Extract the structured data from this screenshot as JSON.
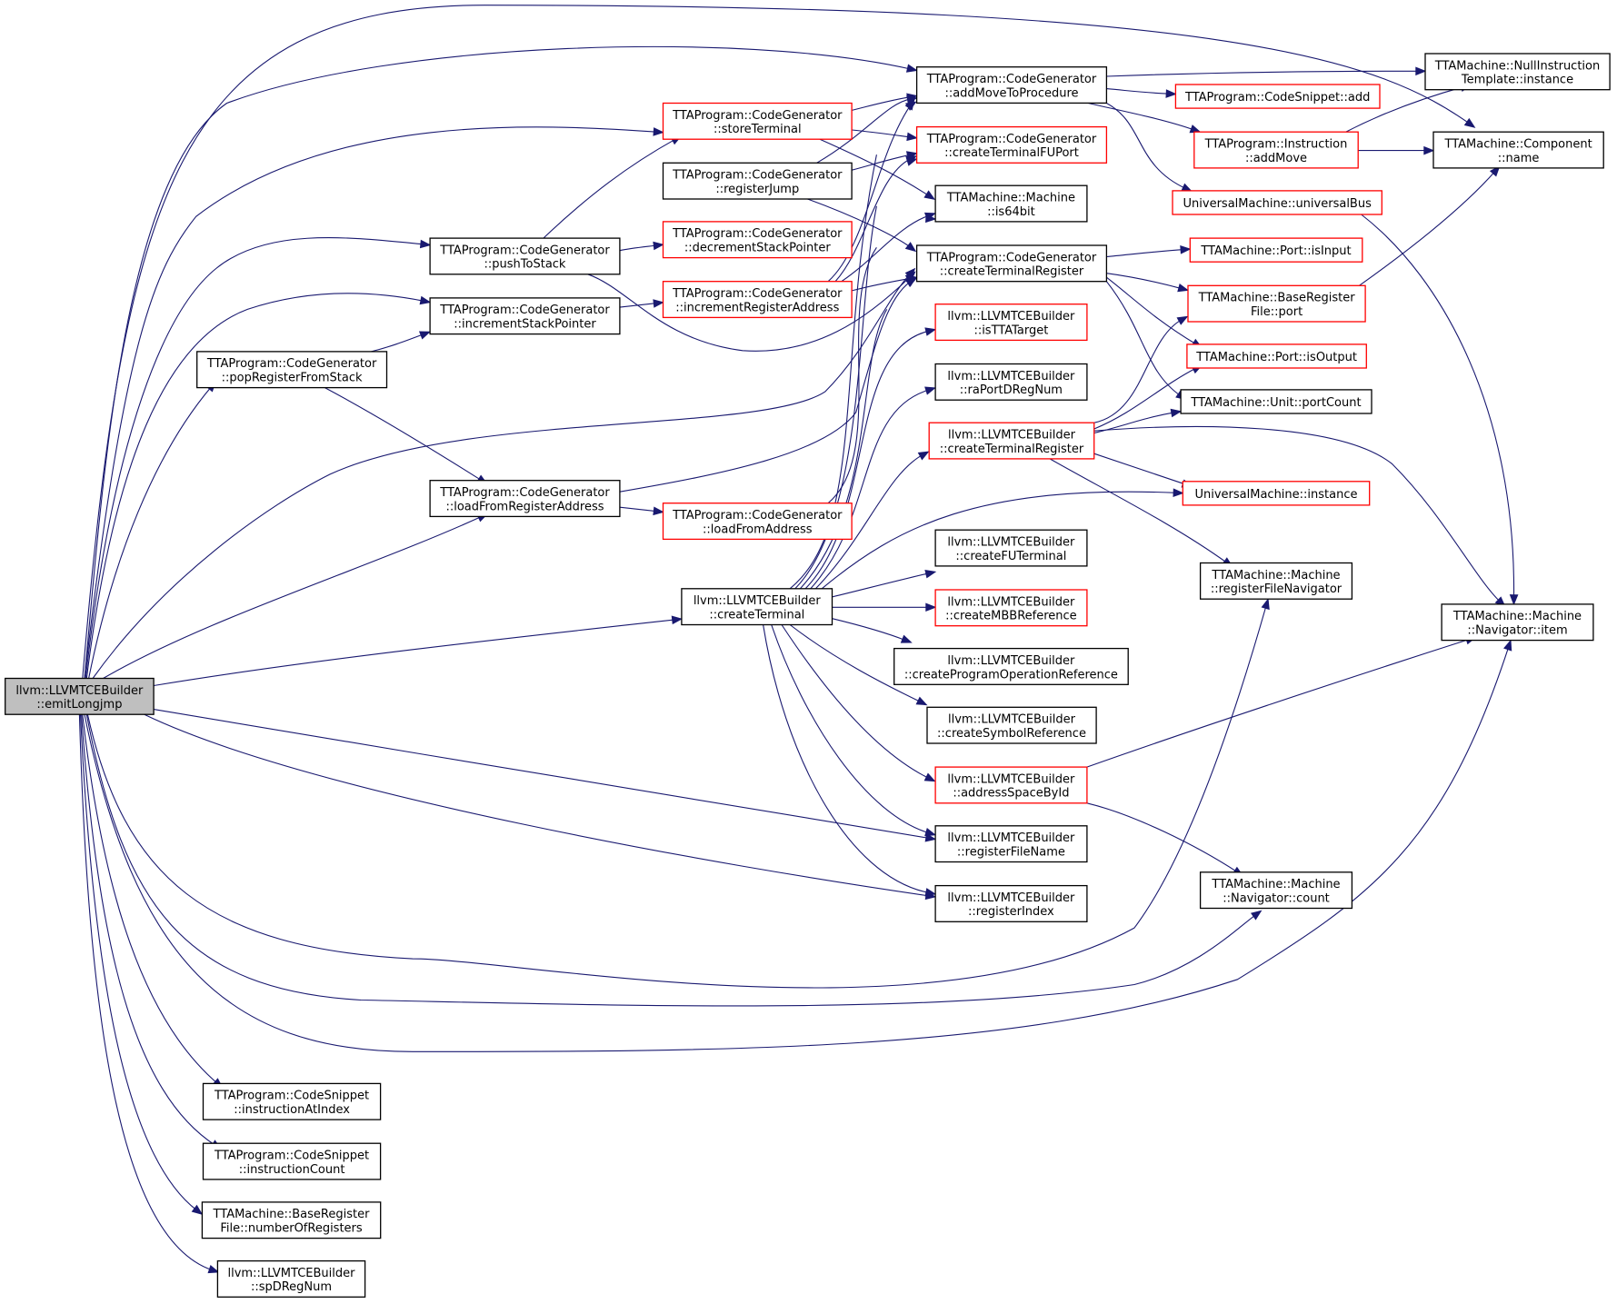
{
  "colors": {
    "edge": "#191970",
    "border_normal": "#000000",
    "border_truncated": "#ff0000",
    "root_fill": "#bfbfbf",
    "node_fill": "#ffffff"
  },
  "nodes": [
    {
      "id": "emitLongjmp",
      "lines": [
        "llvm::LLVMTCEBuilder",
        "::emitLongjmp"
      ],
      "kind": "root"
    },
    {
      "id": "addMoveToProcedure",
      "lines": [
        "TTAProgram::CodeGenerator",
        "::addMoveToProcedure"
      ],
      "kind": "normal"
    },
    {
      "id": "nullInstrTemplate",
      "lines": [
        "TTAMachine::NullInstruction",
        "Template::instance"
      ],
      "kind": "normal"
    },
    {
      "id": "codeSnippetAdd",
      "lines": [
        "TTAProgram::CodeSnippet::add"
      ],
      "kind": "truncated"
    },
    {
      "id": "componentName",
      "lines": [
        "TTAMachine::Component",
        "::name"
      ],
      "kind": "normal"
    },
    {
      "id": "instructionAddMove",
      "lines": [
        "TTAProgram::Instruction",
        "::addMove"
      ],
      "kind": "truncated"
    },
    {
      "id": "storeTerminal",
      "lines": [
        "TTAProgram::CodeGenerator",
        "::storeTerminal"
      ],
      "kind": "truncated"
    },
    {
      "id": "createTerminalFUPort",
      "lines": [
        "TTAProgram::CodeGenerator",
        "::createTerminalFUPort"
      ],
      "kind": "truncated"
    },
    {
      "id": "registerJump",
      "lines": [
        "TTAProgram::CodeGenerator",
        "::registerJump"
      ],
      "kind": "normal"
    },
    {
      "id": "universalBus",
      "lines": [
        "UniversalMachine::universalBus"
      ],
      "kind": "truncated"
    },
    {
      "id": "is64bit",
      "lines": [
        "TTAMachine::Machine",
        "::is64bit"
      ],
      "kind": "normal"
    },
    {
      "id": "pushToStack",
      "lines": [
        "TTAProgram::CodeGenerator",
        "::pushToStack"
      ],
      "kind": "normal"
    },
    {
      "id": "decrementStackPointer",
      "lines": [
        "TTAProgram::CodeGenerator",
        "::decrementStackPointer"
      ],
      "kind": "truncated"
    },
    {
      "id": "cgCreateTerminalRegister",
      "lines": [
        "TTAProgram::CodeGenerator",
        "::createTerminalRegister"
      ],
      "kind": "normal"
    },
    {
      "id": "portIsInput",
      "lines": [
        "TTAMachine::Port::isInput"
      ],
      "kind": "truncated"
    },
    {
      "id": "incrementRegisterAddress",
      "lines": [
        "TTAProgram::CodeGenerator",
        "::incrementRegisterAddress"
      ],
      "kind": "truncated"
    },
    {
      "id": "incrementStackPointer",
      "lines": [
        "TTAProgram::CodeGenerator",
        "::incrementStackPointer"
      ],
      "kind": "normal"
    },
    {
      "id": "baseRegFilePort",
      "lines": [
        "TTAMachine::BaseRegister",
        "File::port"
      ],
      "kind": "truncated"
    },
    {
      "id": "isTTATarget",
      "lines": [
        "llvm::LLVMTCEBuilder",
        "::isTTATarget"
      ],
      "kind": "truncated"
    },
    {
      "id": "popRegisterFromStack",
      "lines": [
        "TTAProgram::CodeGenerator",
        "::popRegisterFromStack"
      ],
      "kind": "normal"
    },
    {
      "id": "portIsOutput",
      "lines": [
        "TTAMachine::Port::isOutput"
      ],
      "kind": "truncated"
    },
    {
      "id": "raPortDRegNum",
      "lines": [
        "llvm::LLVMTCEBuilder",
        "::raPortDRegNum"
      ],
      "kind": "normal"
    },
    {
      "id": "unitPortCount",
      "lines": [
        "TTAMachine::Unit::portCount"
      ],
      "kind": "normal"
    },
    {
      "id": "bCreateTerminalRegister",
      "lines": [
        "llvm::LLVMTCEBuilder",
        "::createTerminalRegister"
      ],
      "kind": "truncated"
    },
    {
      "id": "loadFromRegisterAddress",
      "lines": [
        "TTAProgram::CodeGenerator",
        "::loadFromRegisterAddress"
      ],
      "kind": "normal"
    },
    {
      "id": "universalInstance",
      "lines": [
        "UniversalMachine::instance"
      ],
      "kind": "truncated"
    },
    {
      "id": "loadFromAddress",
      "lines": [
        "TTAProgram::CodeGenerator",
        "::loadFromAddress"
      ],
      "kind": "truncated"
    },
    {
      "id": "createFUTerminal",
      "lines": [
        "llvm::LLVMTCEBuilder",
        "::createFUTerminal"
      ],
      "kind": "normal"
    },
    {
      "id": "registerFileNavigator",
      "lines": [
        "TTAMachine::Machine",
        "::registerFileNavigator"
      ],
      "kind": "normal"
    },
    {
      "id": "createTerminal",
      "lines": [
        "llvm::LLVMTCEBuilder",
        "::createTerminal"
      ],
      "kind": "normal"
    },
    {
      "id": "createMBBReference",
      "lines": [
        "llvm::LLVMTCEBuilder",
        "::createMBBReference"
      ],
      "kind": "truncated"
    },
    {
      "id": "navigatorItem",
      "lines": [
        "TTAMachine::Machine",
        "::Navigator::item"
      ],
      "kind": "normal"
    },
    {
      "id": "createProgramOperationReference",
      "lines": [
        "llvm::LLVMTCEBuilder",
        "::createProgramOperationReference"
      ],
      "kind": "normal"
    },
    {
      "id": "createSymbolReference",
      "lines": [
        "llvm::LLVMTCEBuilder",
        "::createSymbolReference"
      ],
      "kind": "normal"
    },
    {
      "id": "addressSpaceById",
      "lines": [
        "llvm::LLVMTCEBuilder",
        "::addressSpaceById"
      ],
      "kind": "truncated"
    },
    {
      "id": "registerFileName",
      "lines": [
        "llvm::LLVMTCEBuilder",
        "::registerFileName"
      ],
      "kind": "normal"
    },
    {
      "id": "navigatorCount",
      "lines": [
        "TTAMachine::Machine",
        "::Navigator::count"
      ],
      "kind": "normal"
    },
    {
      "id": "registerIndex",
      "lines": [
        "llvm::LLVMTCEBuilder",
        "::registerIndex"
      ],
      "kind": "normal"
    },
    {
      "id": "instructionAtIndex",
      "lines": [
        "TTAProgram::CodeSnippet",
        "::instructionAtIndex"
      ],
      "kind": "normal"
    },
    {
      "id": "instructionCount",
      "lines": [
        "TTAProgram::CodeSnippet",
        "::instructionCount"
      ],
      "kind": "normal"
    },
    {
      "id": "numberOfRegisters",
      "lines": [
        "TTAMachine::BaseRegister",
        "File::numberOfRegisters"
      ],
      "kind": "normal"
    },
    {
      "id": "spDRegNum",
      "lines": [
        "llvm::LLVMTCEBuilder",
        "::spDRegNum"
      ],
      "kind": "normal"
    }
  ],
  "edges": [
    [
      "emitLongjmp",
      "addMoveToProcedure"
    ],
    [
      "emitLongjmp",
      "componentName"
    ],
    [
      "emitLongjmp",
      "registerJump"
    ],
    [
      "emitLongjmp",
      "pushToStack"
    ],
    [
      "emitLongjmp",
      "incrementStackPointer"
    ],
    [
      "emitLongjmp",
      "popRegisterFromStack"
    ],
    [
      "emitLongjmp",
      "cgCreateTerminalRegister"
    ],
    [
      "emitLongjmp",
      "loadFromRegisterAddress"
    ],
    [
      "emitLongjmp",
      "createTerminal"
    ],
    [
      "emitLongjmp",
      "registerFileName"
    ],
    [
      "emitLongjmp",
      "registerIndex"
    ],
    [
      "emitLongjmp",
      "registerFileNavigator"
    ],
    [
      "emitLongjmp",
      "navigatorCount"
    ],
    [
      "emitLongjmp",
      "navigatorItem"
    ],
    [
      "emitLongjmp",
      "instructionAtIndex"
    ],
    [
      "emitLongjmp",
      "instructionCount"
    ],
    [
      "emitLongjmp",
      "numberOfRegisters"
    ],
    [
      "emitLongjmp",
      "spDRegNum"
    ],
    [
      "addMoveToProcedure",
      "nullInstrTemplate"
    ],
    [
      "addMoveToProcedure",
      "codeSnippetAdd"
    ],
    [
      "addMoveToProcedure",
      "instructionAddMove"
    ],
    [
      "addMoveToProcedure",
      "universalBus"
    ],
    [
      "instructionAddMove",
      "nullInstrTemplate"
    ],
    [
      "instructionAddMove",
      "componentName"
    ],
    [
      "universalBus",
      "navigatorItem"
    ],
    [
      "storeTerminal",
      "addMoveToProcedure"
    ],
    [
      "storeTerminal",
      "createTerminalFUPort"
    ],
    [
      "storeTerminal",
      "is64bit"
    ],
    [
      "registerJump",
      "addMoveToProcedure"
    ],
    [
      "registerJump",
      "createTerminalFUPort"
    ],
    [
      "registerJump",
      "cgCreateTerminalRegister"
    ],
    [
      "pushToStack",
      "storeTerminal"
    ],
    [
      "pushToStack",
      "decrementStackPointer"
    ],
    [
      "pushToStack",
      "cgCreateTerminalRegister"
    ],
    [
      "incrementRegisterAddress",
      "addMoveToProcedure"
    ],
    [
      "incrementRegisterAddress",
      "createTerminalFUPort"
    ],
    [
      "incrementRegisterAddress",
      "is64bit"
    ],
    [
      "incrementRegisterAddress",
      "cgCreateTerminalRegister"
    ],
    [
      "incrementStackPointer",
      "incrementRegisterAddress"
    ],
    [
      "popRegisterFromStack",
      "incrementStackPointer"
    ],
    [
      "popRegisterFromStack",
      "loadFromRegisterAddress"
    ],
    [
      "loadFromRegisterAddress",
      "cgCreateTerminalRegister"
    ],
    [
      "loadFromRegisterAddress",
      "loadFromAddress"
    ],
    [
      "loadFromAddress",
      "is64bit"
    ],
    [
      "cgCreateTerminalRegister",
      "portIsInput"
    ],
    [
      "cgCreateTerminalRegister",
      "baseRegFilePort"
    ],
    [
      "cgCreateTerminalRegister",
      "portIsOutput"
    ],
    [
      "cgCreateTerminalRegister",
      "unitPortCount"
    ],
    [
      "baseRegFilePort",
      "componentName"
    ],
    [
      "createTerminal",
      "addMoveToProcedure"
    ],
    [
      "createTerminal",
      "createTerminalFUPort"
    ],
    [
      "createTerminal",
      "cgCreateTerminalRegister"
    ],
    [
      "createTerminal",
      "isTTATarget"
    ],
    [
      "createTerminal",
      "raPortDRegNum"
    ],
    [
      "createTerminal",
      "bCreateTerminalRegister"
    ],
    [
      "createTerminal",
      "universalInstance"
    ],
    [
      "createTerminal",
      "createFUTerminal"
    ],
    [
      "createTerminal",
      "createMBBReference"
    ],
    [
      "createTerminal",
      "createProgramOperationReference"
    ],
    [
      "createTerminal",
      "createSymbolReference"
    ],
    [
      "createTerminal",
      "addressSpaceById"
    ],
    [
      "createTerminal",
      "registerFileName"
    ],
    [
      "createTerminal",
      "registerIndex"
    ],
    [
      "bCreateTerminalRegister",
      "baseRegFilePort"
    ],
    [
      "bCreateTerminalRegister",
      "portIsOutput"
    ],
    [
      "bCreateTerminalRegister",
      "unitPortCount"
    ],
    [
      "bCreateTerminalRegister",
      "universalInstance"
    ],
    [
      "bCreateTerminalRegister",
      "registerFileNavigator"
    ],
    [
      "bCreateTerminalRegister",
      "navigatorItem"
    ],
    [
      "addressSpaceById",
      "navigatorItem"
    ],
    [
      "addressSpaceById",
      "navigatorCount"
    ]
  ]
}
